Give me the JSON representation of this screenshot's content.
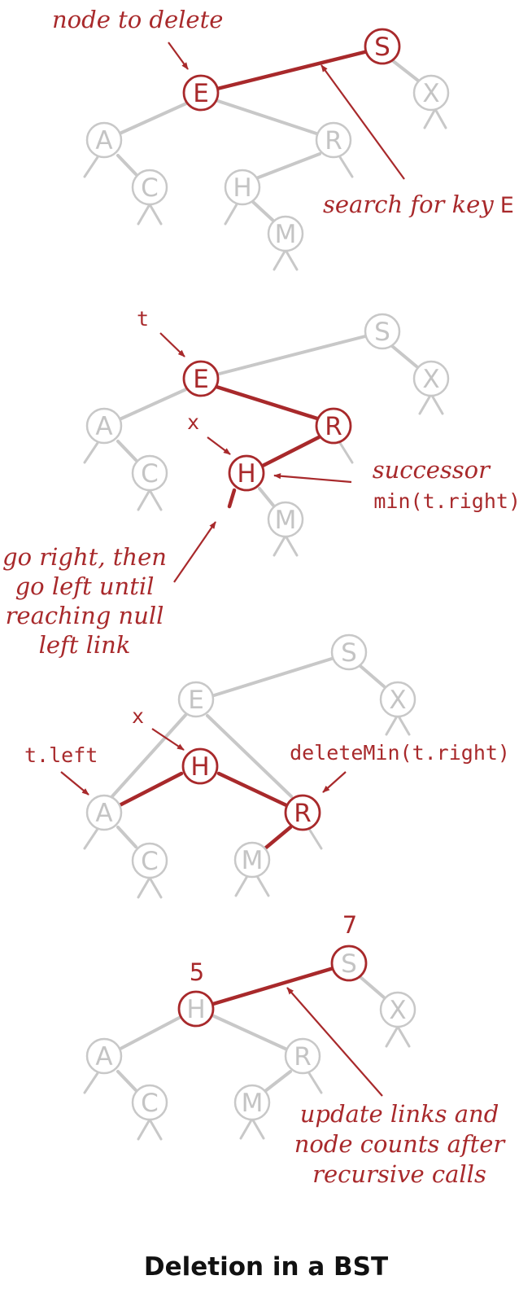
{
  "caption": "Deletion in a BST",
  "colors": {
    "highlight": "#a8292b",
    "faded": "#c8c8c8",
    "caption": "#111111"
  },
  "panels": [
    {
      "nodes": {
        "E": {
          "key": "E",
          "state": "red"
        },
        "S": {
          "key": "S",
          "state": "red"
        },
        "X": {
          "key": "X",
          "state": "grey"
        },
        "A": {
          "key": "A",
          "state": "grey"
        },
        "R": {
          "key": "R",
          "state": "grey"
        },
        "C": {
          "key": "C",
          "state": "grey"
        },
        "H": {
          "key": "H",
          "state": "grey"
        },
        "M": {
          "key": "M",
          "state": "grey"
        }
      },
      "annotations": {
        "node_to_delete": "node to delete",
        "search_prefix": "search for key",
        "search_key": "E"
      }
    },
    {
      "nodes": {
        "S": {
          "key": "S",
          "state": "grey"
        },
        "E": {
          "key": "E",
          "state": "red"
        },
        "X": {
          "key": "X",
          "state": "grey"
        },
        "A": {
          "key": "A",
          "state": "grey"
        },
        "R": {
          "key": "R",
          "state": "red"
        },
        "C": {
          "key": "C",
          "state": "grey"
        },
        "H": {
          "key": "H",
          "state": "red"
        },
        "M": {
          "key": "M",
          "state": "grey"
        }
      },
      "annotations": {
        "t_label": "t",
        "x_label": "x",
        "successor": "successor",
        "min_call": "min(t.right)",
        "go_right_lines": [
          "go right, then",
          "go left until",
          "reaching null",
          "left link"
        ]
      }
    },
    {
      "nodes": {
        "S": {
          "key": "S",
          "state": "grey"
        },
        "E": {
          "key": "E",
          "state": "grey"
        },
        "X": {
          "key": "X",
          "state": "grey"
        },
        "H": {
          "key": "H",
          "state": "red"
        },
        "A": {
          "key": "A",
          "state": "grey"
        },
        "R": {
          "key": "R",
          "state": "red"
        },
        "C": {
          "key": "C",
          "state": "grey"
        },
        "M": {
          "key": "M",
          "state": "grey"
        }
      },
      "annotations": {
        "x_label": "x",
        "t_left": "t.left",
        "delete_min_call": "deleteMin(t.right)"
      }
    },
    {
      "nodes": {
        "S": {
          "key": "S",
          "state": "red"
        },
        "H": {
          "key": "H",
          "state": "red"
        },
        "X": {
          "key": "X",
          "state": "grey"
        },
        "A": {
          "key": "A",
          "state": "grey"
        },
        "R": {
          "key": "R",
          "state": "grey"
        },
        "C": {
          "key": "C",
          "state": "grey"
        },
        "M": {
          "key": "M",
          "state": "grey"
        }
      },
      "counts": {
        "H": "5",
        "S": "7"
      },
      "annotations": {
        "update_lines": [
          "update links and",
          "node counts after",
          "recursive calls"
        ]
      }
    }
  ]
}
